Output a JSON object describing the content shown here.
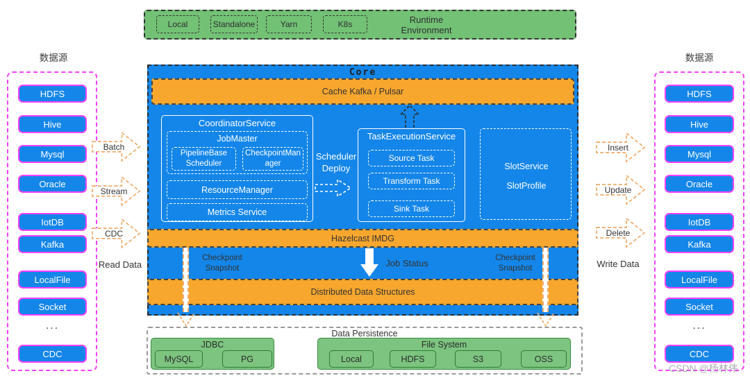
{
  "colors": {
    "blue": "#1486e9",
    "orange_bar": "#f7a72e",
    "green": "#72c175",
    "green_box": "#7cc47f",
    "magenta_border": "#f83ffd",
    "arrow_orange": "#f2a967"
  },
  "runtime": {
    "label": "Runtime Environment",
    "modes": [
      "Local",
      "Standalone",
      "Yarn",
      "K8s"
    ]
  },
  "left_panel": {
    "title": "数据源",
    "items": [
      "HDFS",
      "Hive",
      "Mysql",
      "Oracle",
      "IotDB",
      "Kafka",
      "LocalFile",
      "Socket",
      "CDC"
    ],
    "ellipsis": "...",
    "flows": [
      "Batch",
      "Stream",
      "CDC"
    ],
    "caption": "Read Data"
  },
  "right_panel": {
    "title": "数据源",
    "items": [
      "HDFS",
      "Hive",
      "Mysql",
      "Oracle",
      "IotDB",
      "Kafka",
      "LocalFile",
      "Socket",
      "CDC"
    ],
    "ellipsis": "...",
    "flows": [
      "Insert",
      "Update",
      "Delete"
    ],
    "caption": "Write Data"
  },
  "core": {
    "title": "Core",
    "cache_bar": "Cache Kafka / Pulsar",
    "coordinator": {
      "title": "CoordinatorService",
      "job_master": {
        "title": "JobMaster",
        "children": [
          "PipelineBase Scheduler",
          "CheckpointManager"
        ]
      },
      "resource_manager": "ResourceManager",
      "metrics_service": "Metrics Service"
    },
    "scheduler_deploy": "Scheduler Deploy",
    "task_execution": {
      "title": "TaskExecutionService",
      "tasks": [
        "Source Task",
        "Transform Task",
        "Sink Task"
      ]
    },
    "slot": {
      "line1": "SlotService",
      "line2": "SlotProfile"
    },
    "hazelcast_bar": "Hazelcast IMDG",
    "checkpoint_left": "Checkpoint Snapshot",
    "checkpoint_right": "Checkpoint Snapshot",
    "job_status": "Job Status",
    "distributed_bar": "Distributed Data Structures"
  },
  "persistence": {
    "title": "Data Persistence",
    "jdbc": {
      "title": "JDBC",
      "items": [
        "MySQL",
        "PG"
      ]
    },
    "file_system": {
      "title": "File System",
      "items": [
        "Local",
        "HDFS",
        "S3",
        "OSS"
      ]
    }
  },
  "watermark": "CSDN @杨林伟"
}
